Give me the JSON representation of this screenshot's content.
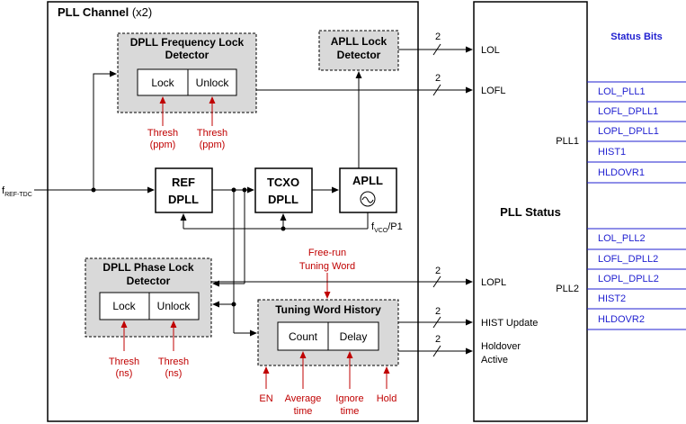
{
  "pll_channel": {
    "title": "PLL Channel",
    "title_suffix": "(x2)"
  },
  "dpll_freq_lock": {
    "title_line1": "DPLL Frequency Lock",
    "title_line2": "Detector",
    "lock": "Lock",
    "unlock": "Unlock",
    "thresh1_line1": "Thresh",
    "thresh1_line2": "(ppm)",
    "thresh2_line1": "Thresh",
    "thresh2_line2": "(ppm)"
  },
  "apll_lock": {
    "title_line1": "APLL Lock",
    "title_line2": "Detector"
  },
  "input": {
    "main": "f",
    "sub": "REF-TDC"
  },
  "ref_dpll": {
    "line1": "REF",
    "line2": "DPLL"
  },
  "tcxo_dpll": {
    "line1": "TCXO",
    "line2": "DPLL"
  },
  "apll": {
    "label": "APLL"
  },
  "fvco": {
    "main": "f",
    "sub": "VCO",
    "suffix": "/P1"
  },
  "dpll_phase_lock": {
    "title_line1": "DPLL Phase Lock",
    "title_line2": "Detector",
    "lock": "Lock",
    "unlock": "Unlock",
    "thresh1_line1": "Thresh",
    "thresh1_line2": "(ns)",
    "thresh2_line1": "Thresh",
    "thresh2_line2": "(ns)"
  },
  "free_run": {
    "line1": "Free-run",
    "line2": "Tuning Word"
  },
  "tuning_history": {
    "title": "Tuning Word History",
    "count": "Count",
    "delay": "Delay"
  },
  "controls": {
    "en": "EN",
    "avg_line1": "Average",
    "avg_line2": "time",
    "ignore_line1": "Ignore",
    "ignore_line2": "time",
    "hold": "Hold"
  },
  "bus_width": "2",
  "signals": {
    "lol": "LOL",
    "lofl": "LOFL",
    "lopl": "LOPL",
    "hist_update": "HIST Update",
    "holdover_line1": "Holdover",
    "holdover_line2": "Active"
  },
  "pll_status": {
    "title": "PLL Status",
    "pll1": "PLL1",
    "pll2": "PLL2"
  },
  "status_bits": {
    "title": "Status Bits",
    "pll1": [
      "LOL_PLL1",
      "LOFL_DPLL1",
      "LOPL_DPLL1",
      "HIST1",
      "HLDOVR1"
    ],
    "pll2": [
      "LOL_PLL2",
      "LOFL_DPLL2",
      "LOPL_DPLL2",
      "HIST2",
      "HLDOVR2"
    ]
  },
  "colors": {
    "accent_red": "#c00000",
    "status_blue": "#1f1fd0",
    "detector_fill": "#d9d9d9"
  }
}
